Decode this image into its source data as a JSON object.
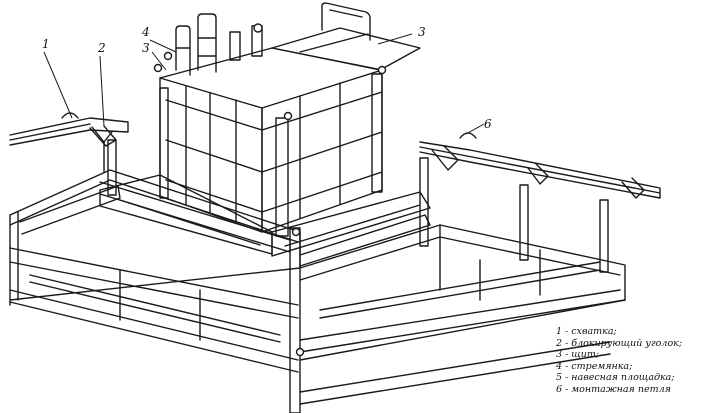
{
  "callouts": {
    "c1": "1",
    "c2": "2",
    "c3a": "3",
    "c3b": "3",
    "c4": "4",
    "c6": "6"
  },
  "legend": {
    "items": [
      "1 - схватка;",
      "2 - блокирующий уголок;",
      "3 - щит;",
      "4 - стремянка;",
      "5 - навесная площадка;",
      "6 - монтажная петля"
    ]
  }
}
